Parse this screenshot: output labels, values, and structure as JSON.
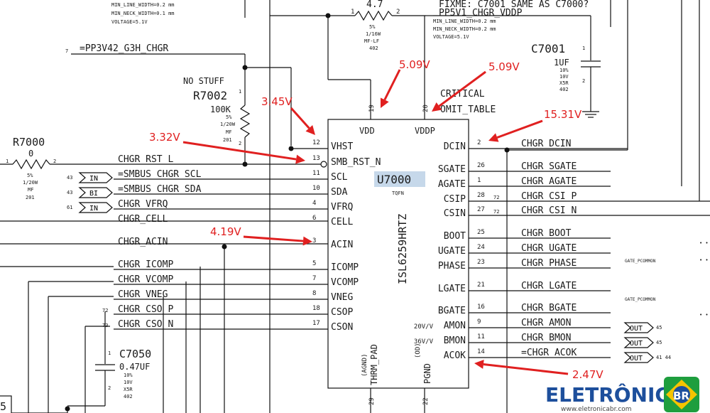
{
  "notes": {
    "top_left": [
      "MIN_LINE_WIDTH=0.2 mm",
      "MIN_NECK_WIDTH=0.1 mm",
      "VOLTAGE=5.1V"
    ],
    "top_right": [
      "MIN_LINE_WIDTH=0.2 mm",
      "MIN_NECK_WIDTH=0.2 mm",
      "VOLTAGE=5.1V"
    ],
    "fixme": "FIXME: C7001 SAME AS C7000?",
    "rail_5v1": "PP5V1_CHGR_VDDP",
    "rail_3v42": "=PP3V42_G3H_CHGR",
    "rail_3v42_pin": "7",
    "critical": "CRITICAL",
    "omit": "OMIT_TABLE"
  },
  "resistor_top": {
    "value": "4.7",
    "pin1": "1",
    "pin2": "2",
    "specs": [
      "5%",
      "1/16W",
      "MF-LF",
      "402"
    ]
  },
  "r7002": {
    "nostuff": "NO STUFF",
    "ref": "R7002",
    "pin1": "1",
    "pin2": "2",
    "specs": [
      "100K",
      "5%",
      "1/20W",
      "MF",
      "201"
    ]
  },
  "r7000": {
    "ref": "R7000",
    "value": "0",
    "pin1": "1",
    "pin2": "2",
    "specs": [
      "5%",
      "1/20W",
      "MF",
      "201"
    ]
  },
  "c7001": {
    "ref": "C7001",
    "pin1": "1",
    "pin2": "2",
    "specs": [
      "1UF",
      "10%",
      "10V",
      "X5R",
      "402"
    ]
  },
  "c7050": {
    "ref": "C7050",
    "pin1": "1",
    "pin2": "2",
    "value": "0.47UF",
    "specs": [
      "10%",
      "10V",
      "X5R",
      "402"
    ]
  },
  "chip": {
    "ref": "U7000",
    "part": "ISL6259HRTZ",
    "package": "TQFN",
    "top_pins": [
      {
        "name": "VDD",
        "num": "19"
      },
      {
        "name": "VDDP",
        "num": "20"
      }
    ],
    "bottom_pins": [
      {
        "name": "THRM_PAD",
        "sub": "(AGND)",
        "num": "29"
      },
      {
        "name": "PGND",
        "sub": "(OD)",
        "num": "22"
      }
    ],
    "left_pins": [
      {
        "name": "VHST",
        "num": "12"
      },
      {
        "name": "SMB_RST_N",
        "num": "13"
      },
      {
        "name": "SCL",
        "num": "11"
      },
      {
        "name": "SDA",
        "num": "10"
      },
      {
        "name": "VFRQ",
        "num": "4"
      },
      {
        "name": "CELL",
        "num": "6"
      },
      {
        "name": "ACIN",
        "num": "3"
      },
      {
        "name": "ICOMP",
        "num": "5"
      },
      {
        "name": "VCOMP",
        "num": "7"
      },
      {
        "name": "VNEG",
        "num": "8"
      },
      {
        "name": "CSOP",
        "num": "18"
      },
      {
        "name": "CSON",
        "num": "17"
      }
    ],
    "right_pins": [
      {
        "name": "DCIN",
        "num": "2"
      },
      {
        "name": "SGATE",
        "num": "26"
      },
      {
        "name": "AGATE",
        "num": "1"
      },
      {
        "name": "CSIP",
        "num": "28"
      },
      {
        "name": "CSIN",
        "num": "27"
      },
      {
        "name": "BOOT",
        "num": "25"
      },
      {
        "name": "UGATE",
        "num": "24"
      },
      {
        "name": "PHASE",
        "num": "23"
      },
      {
        "name": "LGATE",
        "num": "21"
      },
      {
        "name": "BGATE",
        "num": "16"
      },
      {
        "name": "AMON",
        "num": "9",
        "prefix": "20V/V"
      },
      {
        "name": "BMON",
        "num": "11",
        "prefix": "36V/V"
      },
      {
        "name": "ACOK",
        "num": "14"
      }
    ]
  },
  "left_nets": [
    {
      "net": "CHGR_RST_L"
    },
    {
      "net": "=SMBUS_CHGR_SCL",
      "tag": "IN",
      "page": "43"
    },
    {
      "net": "=SMBUS_CHGR_SDA",
      "tag": "BI",
      "page": "43"
    },
    {
      "net": "CHGR_VFRQ",
      "tag": "IN",
      "page": "61"
    },
    {
      "net": "CHGR_CELL"
    },
    {
      "net": "CHGR_ACIN"
    },
    {
      "net": "CHGR_ICOMP"
    },
    {
      "net": "CHGR_VCOMP"
    },
    {
      "net": "CHGR_VNEG"
    },
    {
      "net": "CHGR_CSO_P",
      "page": "72"
    },
    {
      "net": "CHGR_CSO_N",
      "page": "73"
    }
  ],
  "right_nets": [
    {
      "net": "CHGR_DCIN"
    },
    {
      "net": "CHGR_SGATE"
    },
    {
      "net": "CHGR_AGATE"
    },
    {
      "net": "CHGR_CSI_P",
      "page": "72"
    },
    {
      "net": "CHGR_CSI_N",
      "page": "72"
    },
    {
      "net": "CHGR_BOOT"
    },
    {
      "net": "CHGR_UGATE"
    },
    {
      "net": "CHGR_PHASE"
    },
    {
      "net": "CHGR_LGATE"
    },
    {
      "net": "CHGR_BGATE"
    },
    {
      "net": "CHGR_AMON",
      "tag": "OUT",
      "page": "45"
    },
    {
      "net": "CHGR_BMON",
      "tag": "OUT",
      "page": "45"
    },
    {
      "net": "=CHGR_ACOK",
      "tag": "OUT",
      "page": "41 44"
    }
  ],
  "tiny_labels": [
    "GATE_PCOMMON",
    "GATE_PCOMMON"
  ],
  "edge_number": "5",
  "voltages": [
    {
      "label": "5.09V"
    },
    {
      "label": "5.09V"
    },
    {
      "label": "3.45V"
    },
    {
      "label": "3.32V"
    },
    {
      "label": "15.31V"
    },
    {
      "label": "4.19V"
    },
    {
      "label": "2.47V"
    }
  ],
  "watermark": {
    "brand": "ELETRÔNICA",
    "badge": "BR",
    "url": "www.eletronicabr.com",
    "colors": {
      "blue": "#1d4f9c",
      "green": "#1e9e3e",
      "yellow": "#f5c400"
    }
  }
}
